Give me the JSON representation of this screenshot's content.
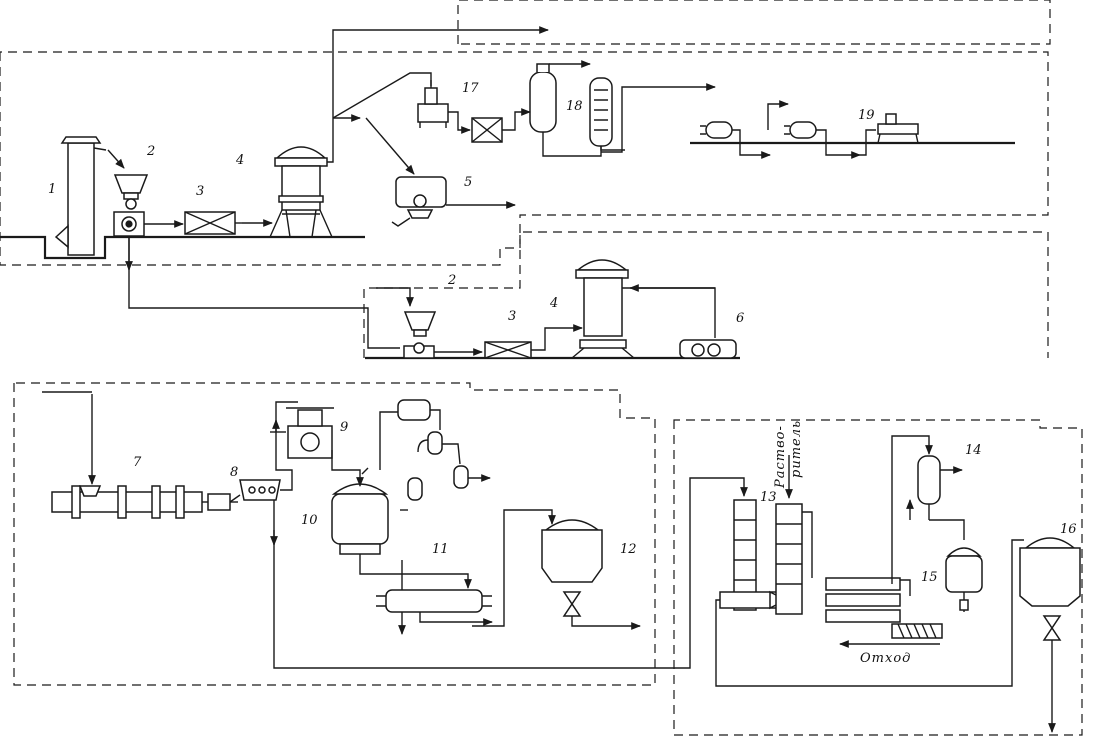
{
  "labels": {
    "n1": "1",
    "n2": "2",
    "n3": "3",
    "n4": "4",
    "n5": "5",
    "n2b": "2",
    "n3b": "3",
    "n4b": "4",
    "n6": "6",
    "n7": "7",
    "n8": "8",
    "n9": "9",
    "n10": "10",
    "n11": "11",
    "n12": "12",
    "n13": "13",
    "n14": "14",
    "n15": "15",
    "n16": "16",
    "n17": "17",
    "n18": "18",
    "n19": "19"
  },
  "texts": {
    "solvent_line1": "Раство-",
    "solvent_line2": "ритель",
    "waste": "Отход"
  }
}
